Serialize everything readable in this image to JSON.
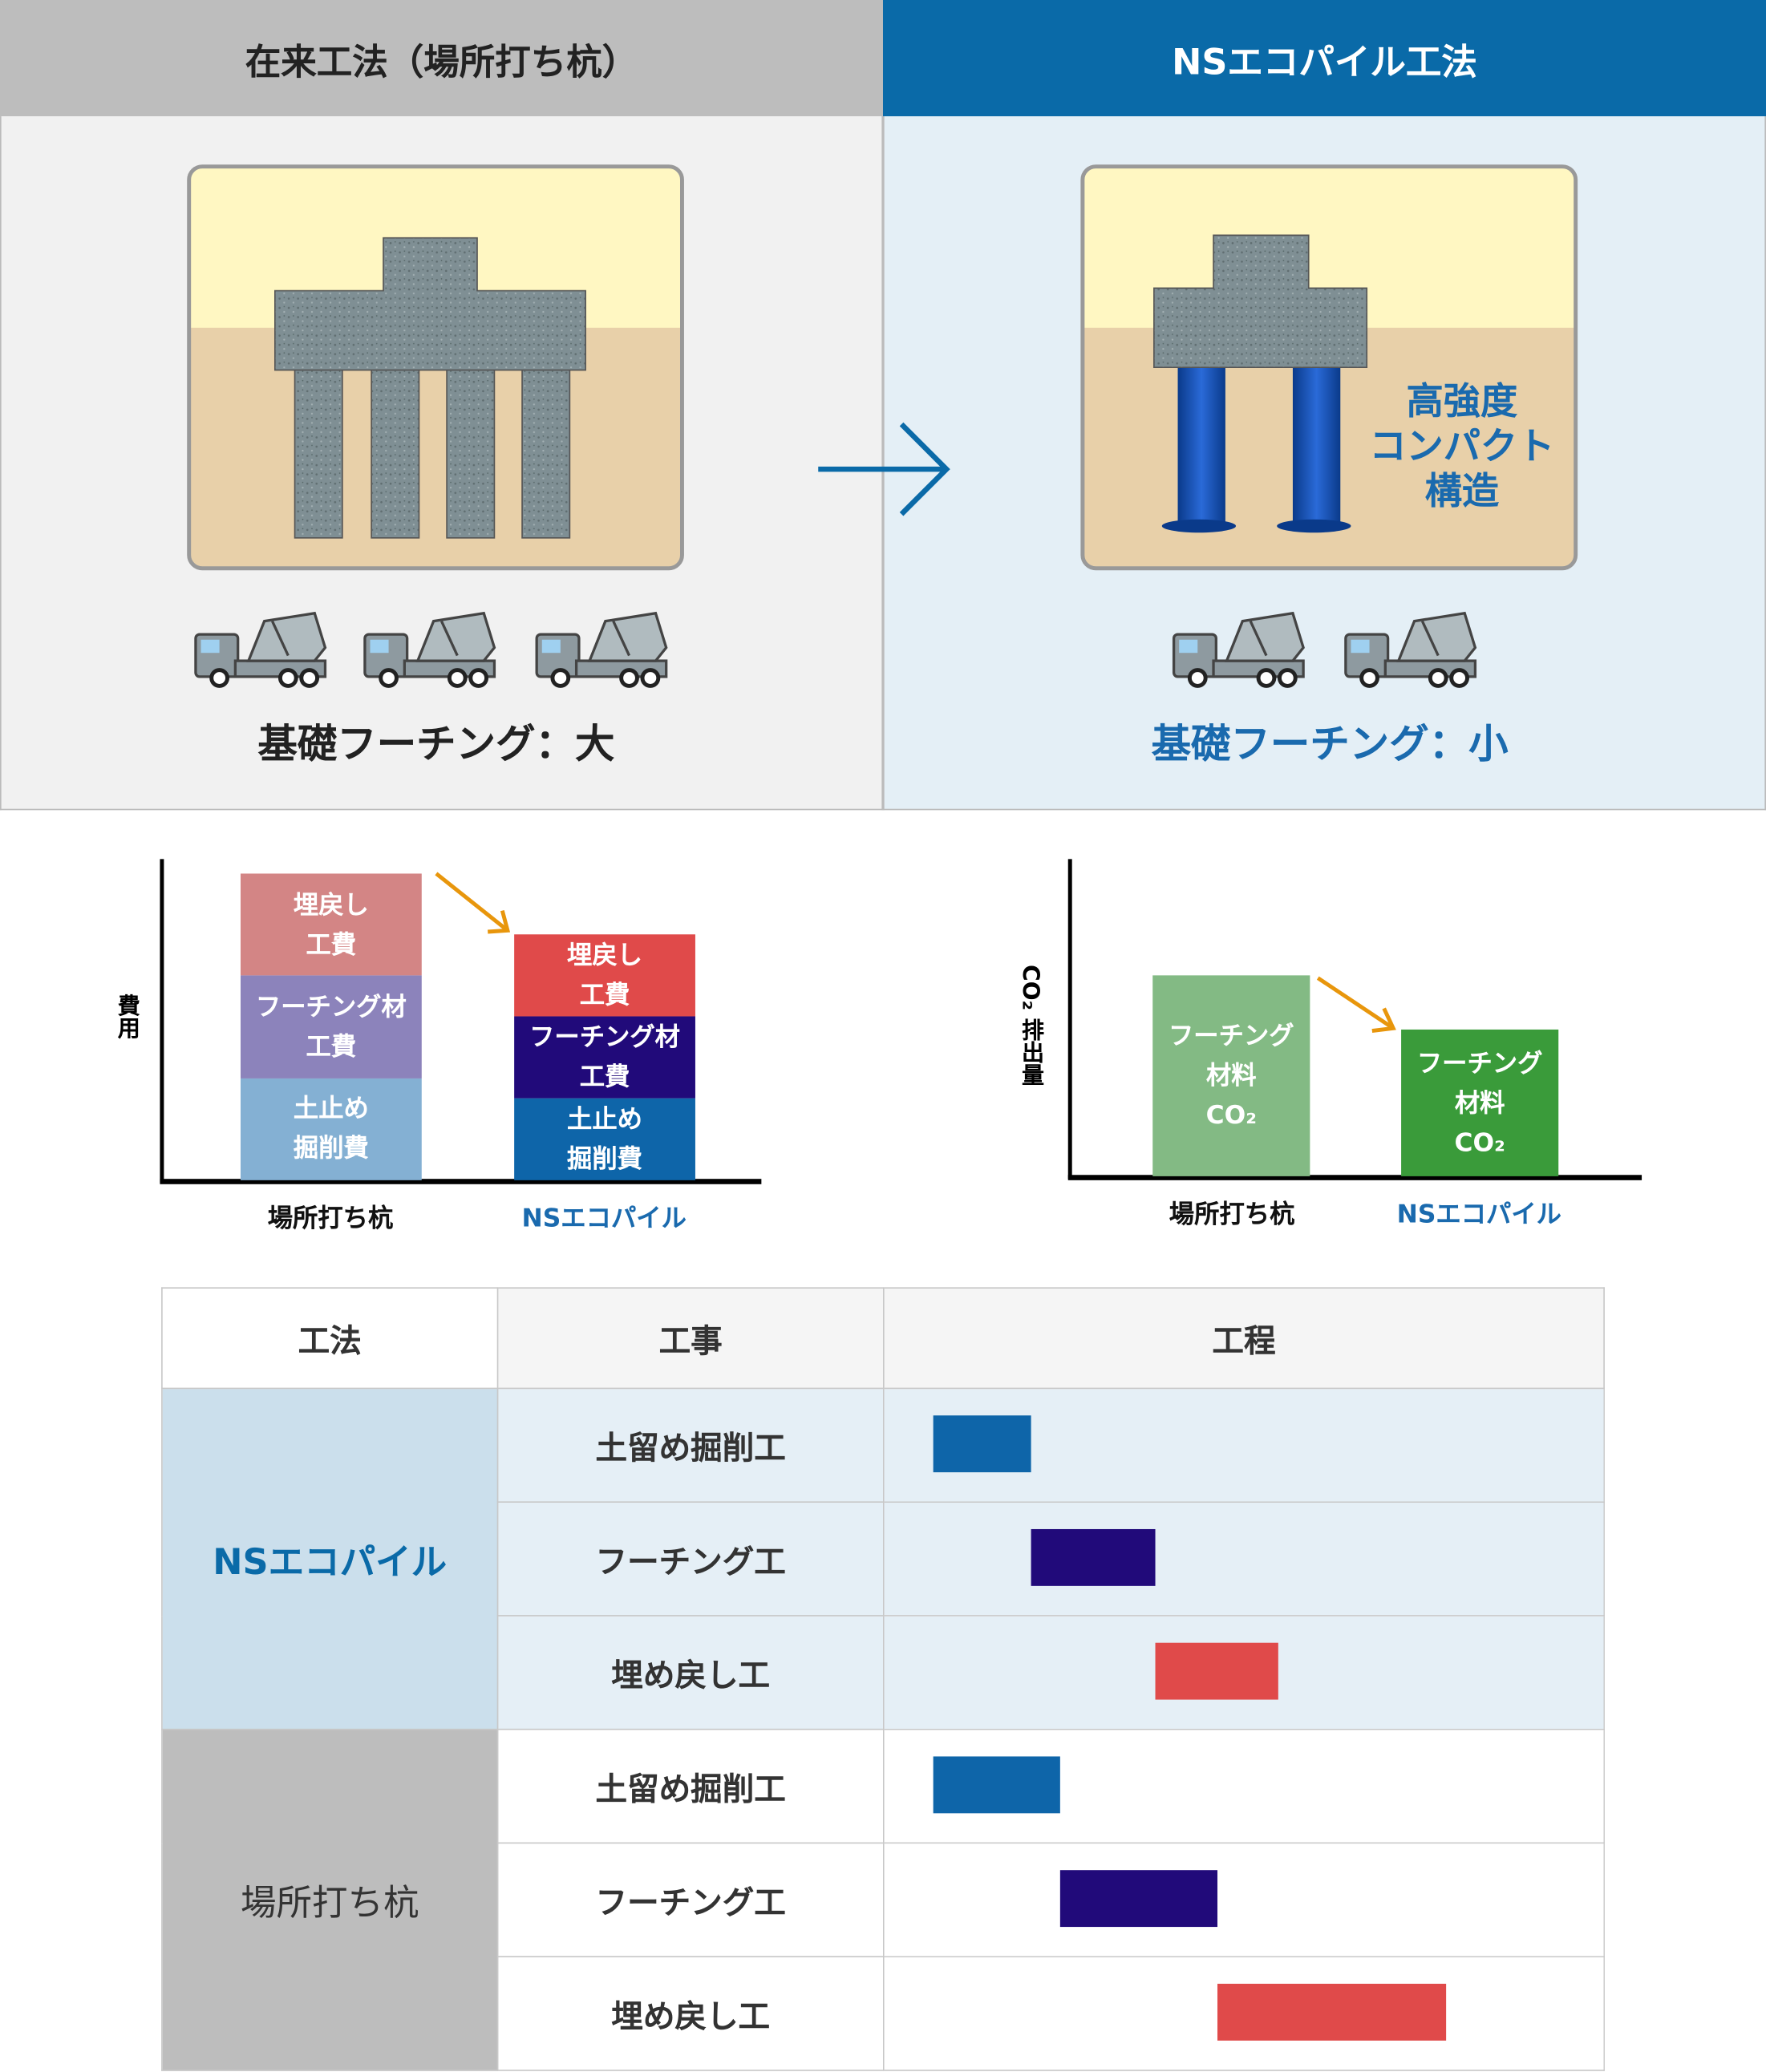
{
  "header": {
    "left_title": "在来工法（場所打ち杭）",
    "right_title": "NSエコパイル工法"
  },
  "illustration": {
    "right_annotation": [
      "高強度",
      "コンパクト",
      "構造"
    ],
    "left_caption": "基礎フーチング：大",
    "right_caption": "基礎フーチング：小",
    "left_trucks": 3,
    "right_trucks": 2,
    "left_piles": 4,
    "right_piles": 2
  },
  "chart_data": [
    {
      "type": "bar",
      "title": "",
      "ylabel": "費用",
      "categories": [
        "場所打ち杭",
        "NSエコパイル"
      ],
      "stacked": true,
      "ylim": [
        0,
        3.14
      ],
      "series": [
        {
          "name": "土止め掘削費",
          "label_lines": [
            "土止め",
            "掘削費"
          ],
          "values": [
            1.0,
            0.8
          ],
          "colors": [
            "#84b0d3",
            "#0e65a9"
          ]
        },
        {
          "name": "フーチング材工費",
          "label_lines": [
            "フーチング材",
            "工費"
          ],
          "values": [
            1.0,
            0.8
          ],
          "colors": [
            "#8c83bb",
            "#210a7a"
          ]
        },
        {
          "name": "埋戻し工費",
          "label_lines": [
            "埋戻し",
            "工費"
          ],
          "values": [
            1.0,
            0.8
          ],
          "colors": [
            "#d38585",
            "#e04a4a"
          ]
        }
      ]
    },
    {
      "type": "bar",
      "title": "",
      "ylabel": "CO₂ 排出量",
      "categories": [
        "場所打ち杭",
        "NSエコパイル"
      ],
      "ylim": [
        0,
        1.58
      ],
      "series": [
        {
          "name": "フーチング材料CO₂",
          "label_lines": [
            "フーチング",
            "材料",
            "CO₂"
          ],
          "values": [
            1.0,
            0.73
          ],
          "colors": [
            "#83ba84",
            "#3a9b3a"
          ]
        }
      ]
    }
  ],
  "schedule": {
    "headers": [
      "工法",
      "工事",
      "工程"
    ],
    "groups": [
      {
        "method": "NSエコパイル",
        "rows": [
          {
            "task": "土留め掘削工",
            "start": 6.8,
            "end": 20.4,
            "color": "#0e65a9"
          },
          {
            "task": "フーチング工",
            "start": 20.4,
            "end": 37.6,
            "color": "#210a7a"
          },
          {
            "task": "埋め戻し工",
            "start": 37.6,
            "end": 54.7,
            "color": "#e04a4a"
          }
        ]
      },
      {
        "method": "場所打ち杭",
        "rows": [
          {
            "task": "土留め掘削工",
            "start": 6.8,
            "end": 24.4,
            "color": "#0e65a9"
          },
          {
            "task": "フーチング工",
            "start": 24.4,
            "end": 46.4,
            "color": "#210a7a"
          },
          {
            "task": "埋め戻し工",
            "start": 46.4,
            "end": 78.2,
            "color": "#e04a4a"
          }
        ]
      }
    ]
  },
  "colors": {
    "brand_blue": "#0a6aa8",
    "arrow_orange": "#e8960c"
  }
}
